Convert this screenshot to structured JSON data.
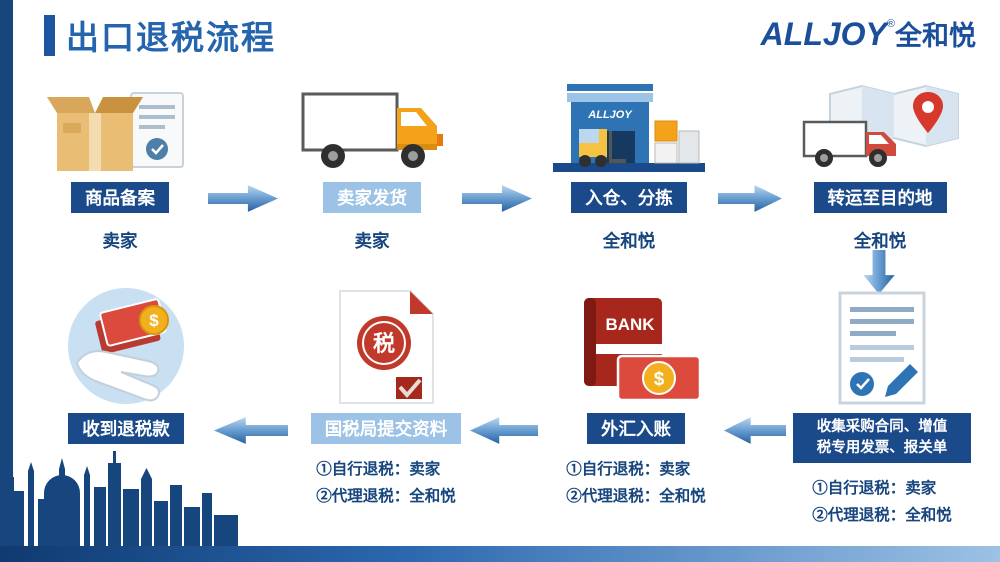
{
  "page": {
    "title": "出口退税流程",
    "logo": {
      "brand": "ALLJOY",
      "reg": "®",
      "cn": "全和悦"
    }
  },
  "icons": {
    "warehouse_sign": "ALLJOY",
    "bank_label": "BANK",
    "tax_seal": "税",
    "dollar": "$"
  },
  "steps": [
    {
      "label": "商品备案",
      "actor": "卖家"
    },
    {
      "label": "卖家发货",
      "actor": "卖家"
    },
    {
      "label": "入仓、分拣",
      "actor": "全和悦"
    },
    {
      "label": "转运至目的地",
      "actor": "全和悦"
    },
    {
      "label_lines": [
        "收集采购合同、增值",
        "税专用发票、报关单"
      ],
      "notes": [
        "①自行退税：卖家",
        "②代理退税：全和悦"
      ]
    },
    {
      "label": "外汇入账",
      "notes": [
        "①自行退税：卖家",
        "②代理退税：全和悦"
      ]
    },
    {
      "label": "国税局提交资料",
      "notes": [
        "①自行退税：卖家",
        "②代理退税：全和悦"
      ]
    },
    {
      "label": "收到退税款"
    }
  ]
}
